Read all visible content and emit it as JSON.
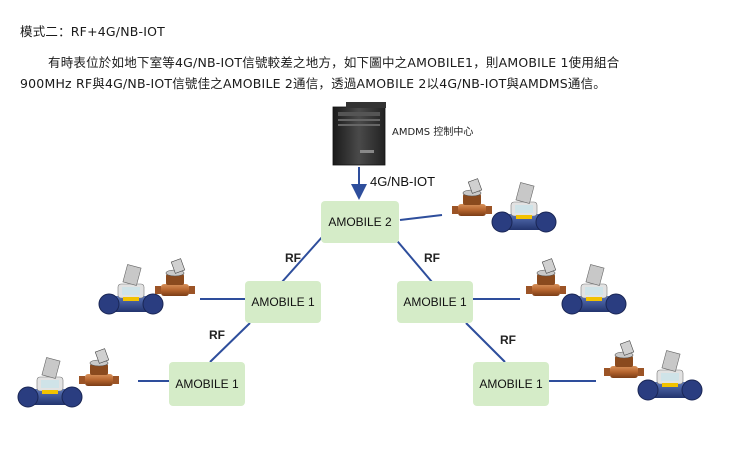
{
  "header": {
    "mode_title": "模式二：RF+4G/NB-IOT",
    "paragraph_line1": "有時表位於如地下室等4G/NB-IOT信號較差之地方，如下圖中之AMOBILE1，則AMOBILE 1使用組合",
    "paragraph_line2": "900MHz RF與4G/NB-IOT信號佳之AMOBILE 2通信，透過AMOBILE 2以4G/NB-IOT與AMDMS通信。"
  },
  "diagram": {
    "server_label": "AMDMS 控制中心",
    "uplink_label": "4G/NB-IOT",
    "node_top": "AMOBILE 2",
    "node_mid_left": "AMOBILE 1",
    "node_mid_right": "AMOBILE 1",
    "node_bottom_left": "AMOBILE 1",
    "node_bottom_right": "AMOBILE 1",
    "rf_label": "RF",
    "node_color": "#d5ecc8",
    "link_color": "#2e4e9c"
  }
}
